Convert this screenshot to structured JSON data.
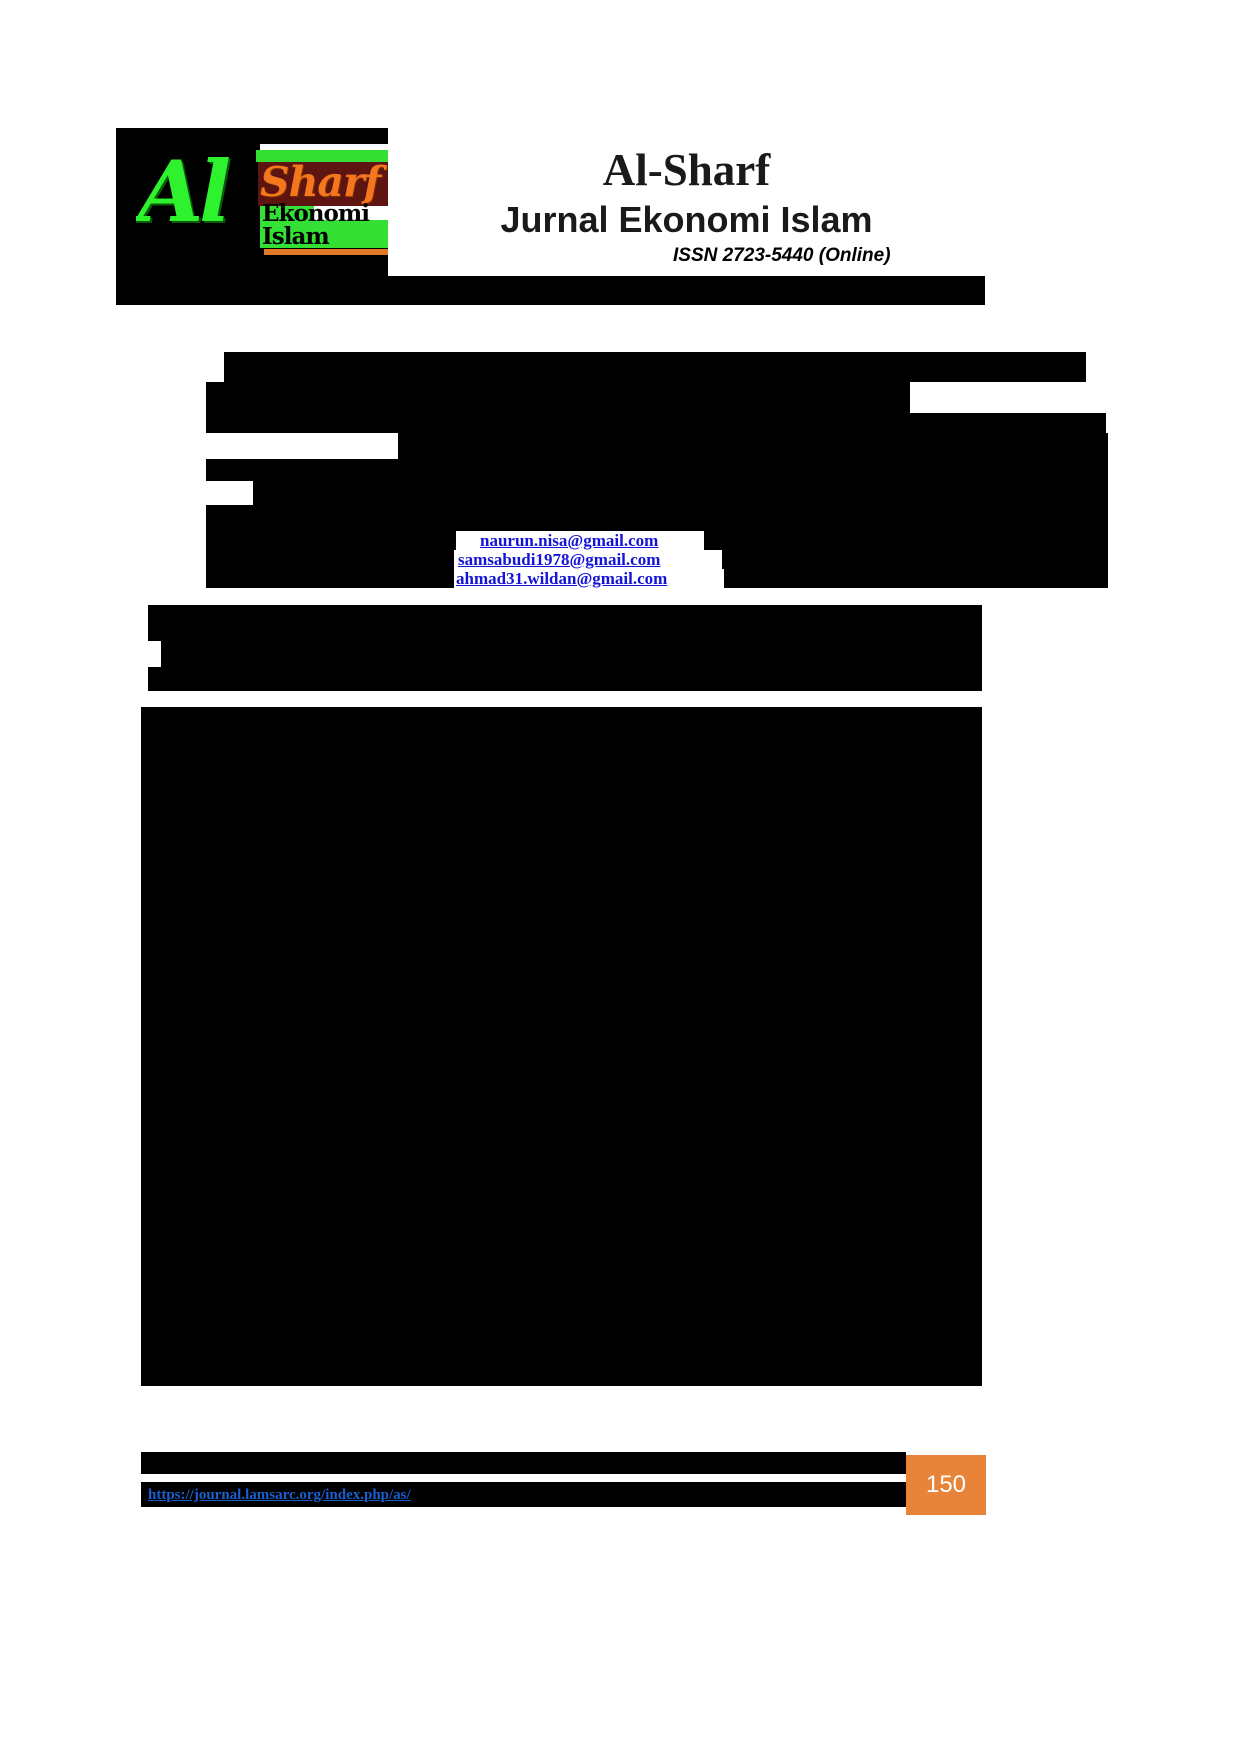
{
  "document": {
    "page_number": "150"
  },
  "masthead": {
    "logo": {
      "al_text": "Al",
      "sharf_text": "Sharf",
      "ekonomi_text": "Ekonomi",
      "islam_text": "Islam"
    },
    "journal_title": "Al-Sharf",
    "journal_subtitle": "Jurnal Ekonomi Islam",
    "issn": "ISSN 2723-5440 (Online)",
    "background_color": "#000000",
    "panel_color": "#ffffff"
  },
  "article": {
    "title_redacted": true,
    "authors_redacted": true,
    "emails": [
      "naurun.nisa@gmail.com",
      "samsabudi1978@gmail.com",
      "ahmad31.wildan@gmail.com"
    ],
    "email_link_color": "#1414d6",
    "abstract_redacted": true,
    "body_redacted": true
  },
  "footer": {
    "url": "https://journal.lamsarc.org/index.php/as/",
    "url_color": "#1a5fd0",
    "page_badge_color": "#e8833a"
  }
}
